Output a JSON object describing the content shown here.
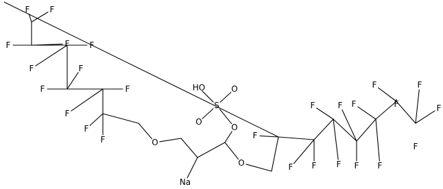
{
  "colors": {
    "bond": "#000000",
    "label": "#000000",
    "background": "#ffffff"
  },
  "atoms": [
    {
      "id": "F1",
      "el": "F"
    },
    {
      "id": "F2",
      "el": "F"
    },
    {
      "id": "C1",
      "el": "C"
    },
    {
      "id": "F3",
      "el": "F"
    },
    {
      "id": "C2",
      "el": "C"
    },
    {
      "id": "F4",
      "el": "F"
    },
    {
      "id": "F5",
      "el": "F"
    },
    {
      "id": "C3",
      "el": "C"
    },
    {
      "id": "F6",
      "el": "F"
    },
    {
      "id": "F7",
      "el": "F"
    },
    {
      "id": "C4",
      "el": "C"
    },
    {
      "id": "F8",
      "el": "F"
    },
    {
      "id": "F9",
      "el": "F"
    },
    {
      "id": "C5",
      "el": "C"
    },
    {
      "id": "F10",
      "el": "F"
    },
    {
      "id": "F11",
      "el": "F"
    },
    {
      "id": "C6",
      "el": "C"
    },
    {
      "id": "F12",
      "el": "F"
    },
    {
      "id": "F13",
      "el": "F"
    },
    {
      "id": "C7",
      "el": "C"
    },
    {
      "id": "O1",
      "el": "O"
    },
    {
      "id": "C8",
      "el": "C"
    },
    {
      "id": "C9",
      "el": "C"
    },
    {
      "id": "Na",
      "el": "Na"
    },
    {
      "id": "C10",
      "el": "C"
    },
    {
      "id": "O2",
      "el": "O"
    },
    {
      "id": "S",
      "el": "S"
    },
    {
      "id": "O3",
      "el": "O"
    },
    {
      "id": "O4",
      "el": "O"
    },
    {
      "id": "HO",
      "el": "HO"
    },
    {
      "id": "O5",
      "el": "O"
    },
    {
      "id": "C11",
      "el": "C"
    },
    {
      "id": "C12",
      "el": "C"
    },
    {
      "id": "F14",
      "el": "F"
    },
    {
      "id": "F15",
      "el": "F"
    },
    {
      "id": "C13",
      "el": "C"
    },
    {
      "id": "F16",
      "el": "F"
    },
    {
      "id": "F17",
      "el": "F"
    },
    {
      "id": "C14",
      "el": "C"
    },
    {
      "id": "F18",
      "el": "F"
    },
    {
      "id": "F19",
      "el": "F"
    },
    {
      "id": "C15",
      "el": "C"
    },
    {
      "id": "F20",
      "el": "F"
    },
    {
      "id": "F21",
      "el": "F"
    },
    {
      "id": "C16",
      "el": "C"
    },
    {
      "id": "F22",
      "el": "F"
    },
    {
      "id": "F23",
      "el": "F"
    },
    {
      "id": "C17",
      "el": "C"
    },
    {
      "id": "F24",
      "el": "F"
    },
    {
      "id": "F25",
      "el": "F"
    },
    {
      "id": "C18",
      "el": "C"
    },
    {
      "id": "F26",
      "el": "F"
    },
    {
      "id": "F27",
      "el": "F"
    }
  ],
  "bonds": [
    [
      "F1",
      "C1"
    ],
    [
      "F2",
      "C1"
    ],
    [
      "C1",
      "C2"
    ],
    [
      "C2",
      "F3"
    ],
    [
      "C2",
      "F4"
    ],
    [
      "C2",
      "C3"
    ],
    [
      "C3",
      "F5"
    ],
    [
      "C3",
      "F6"
    ],
    [
      "C3",
      "C4"
    ],
    [
      "C4",
      "F7"
    ],
    [
      "C4",
      "F8"
    ],
    [
      "C4",
      "C5"
    ],
    [
      "C5",
      "F9"
    ],
    [
      "C5",
      "F10"
    ],
    [
      "C5",
      "C6"
    ],
    [
      "C6",
      "F11"
    ],
    [
      "C6",
      "F12"
    ],
    [
      "C6",
      "C7"
    ],
    [
      "C7",
      "O1"
    ],
    [
      "O1",
      "C8"
    ],
    [
      "C8",
      "C9"
    ],
    [
      "C9",
      "Na"
    ],
    [
      "C9",
      "C10"
    ],
    [
      "C10",
      "O2"
    ],
    [
      "O2",
      "S"
    ],
    [
      "S",
      "O3"
    ],
    [
      "S",
      "O4"
    ],
    [
      "S",
      "HO"
    ],
    [
      "C10",
      "O5"
    ],
    [
      "O5",
      "C11"
    ],
    [
      "C11",
      "C12"
    ],
    [
      "C12",
      "F13"
    ],
    [
      "C12",
      "F14"
    ],
    [
      "C12",
      "C13"
    ],
    [
      "C13",
      "F15"
    ],
    [
      "C13",
      "F16"
    ],
    [
      "C13",
      "C14"
    ],
    [
      "C14",
      "F17"
    ],
    [
      "C14",
      "F18"
    ],
    [
      "C14",
      "C15"
    ],
    [
      "C15",
      "F19"
    ],
    [
      "C15",
      "F20"
    ],
    [
      "C15",
      "C16"
    ],
    [
      "C16",
      "F21"
    ],
    [
      "C16",
      "F22"
    ],
    [
      "C16",
      "C17"
    ],
    [
      "C17",
      "F23"
    ],
    [
      "C17",
      "F24"
    ],
    [
      "C17",
      "C18"
    ],
    [
      "C18",
      "F25"
    ],
    [
      "C18",
      "F26"
    ]
  ]
}
